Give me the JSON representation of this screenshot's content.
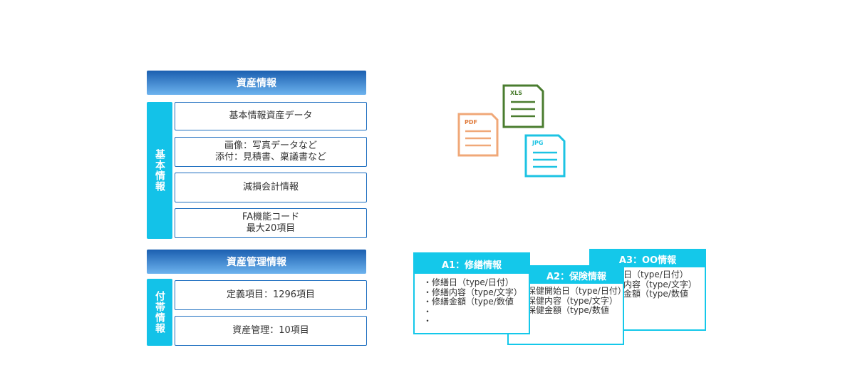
{
  "left": {
    "asset_header": "資産情報",
    "basic_label": "基本情報",
    "basic_items": [
      {
        "lines": [
          "基本情報資産データ"
        ]
      },
      {
        "lines": [
          "画像：写真データなど",
          "添付：見積書、稟議書など"
        ]
      },
      {
        "lines": [
          "減損会計情報"
        ]
      },
      {
        "lines": [
          "FA機能コード",
          "最大20項目"
        ]
      }
    ],
    "mgmt_header": "資産管理情報",
    "attached_label": "付帯情報",
    "attached_items": [
      {
        "lines": [
          "定義項目：1296項目"
        ]
      },
      {
        "lines": [
          "資産管理：10項目"
        ]
      }
    ]
  },
  "files": {
    "xls_label": "XLS",
    "pdf_label": "PDF",
    "jpg_label": "JPG",
    "colors": {
      "xls": "#4a7c2f",
      "pdf": "#f0a878",
      "pdf_text": "#e07a3a",
      "jpg": "#1cc3e3"
    }
  },
  "cards": {
    "a3": {
      "title": "A3：OO情報",
      "rows": [
        "日（type/日付）",
        "内容（type/文字）",
        "金額（type/数値"
      ]
    },
    "a2": {
      "title": "A2：保険情報",
      "rows": [
        "保健開始日（type/日付）",
        "保健内容（type/文字）",
        "保健金額（type/数値"
      ]
    },
    "a1": {
      "title": "A1：修繕情報",
      "rows": [
        "・修繕日（type/日付）",
        "・修繕内容（type/文字）",
        "・修繕金額（type/数値",
        "・",
        "・"
      ]
    }
  }
}
